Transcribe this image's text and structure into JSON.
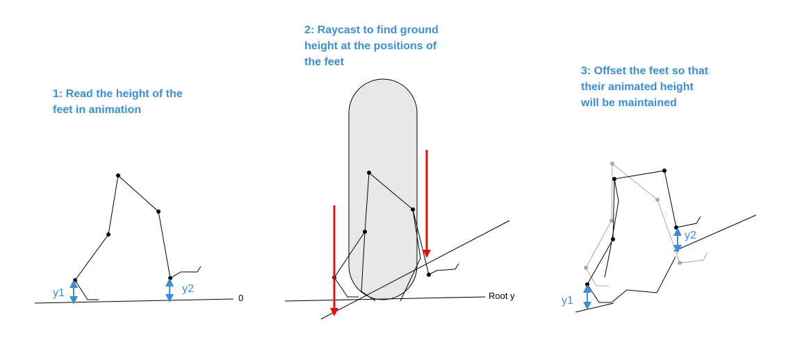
{
  "steps": [
    {
      "lines": [
        "1: Read the height of the",
        "feet in animation"
      ]
    },
    {
      "lines": [
        "2: Raycast to find ground",
        "height at the positions of",
        "the feet"
      ]
    },
    {
      "lines": [
        "3: Offset the feet so that",
        "their animated height",
        "will be maintained"
      ]
    }
  ],
  "labels": {
    "y1": "y1",
    "y2": "y2",
    "zero": "0",
    "root_y": "Root y",
    "y2_step3": "y2",
    "y1_step3": "y1"
  },
  "colors": {
    "caption": "#3a8fd8",
    "height_arrow": "#3a8fd8",
    "raycast_arrow": "#e01010",
    "skeleton": "#000000",
    "original_pose": "#a8a8a8",
    "capsule_fill": "#e8e8e8"
  }
}
